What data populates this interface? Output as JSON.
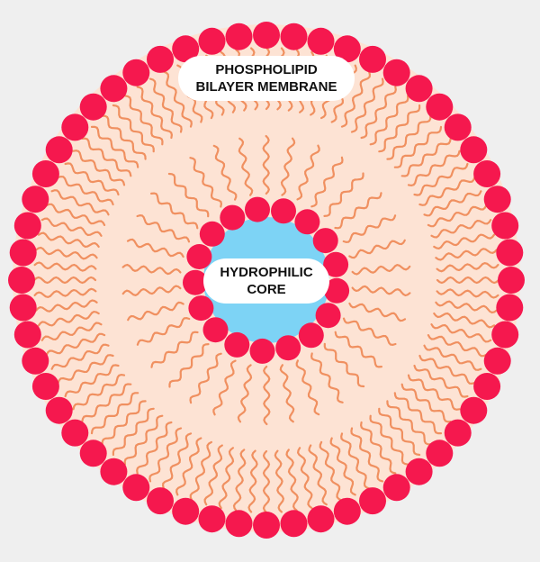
{
  "labels": {
    "membrane_line1": "PHOSPHOLIPID",
    "membrane_line2": "BILAYER MEMBRANE",
    "core_line1": "HYDROPHILIC",
    "core_line2": "CORE"
  },
  "colors": {
    "background": "#efefef",
    "membrane_fill": "#fde3d4",
    "head": "#f5184e",
    "tail": "#f09060",
    "core": "#7dd3f5",
    "label_bg": "#ffffff"
  }
}
